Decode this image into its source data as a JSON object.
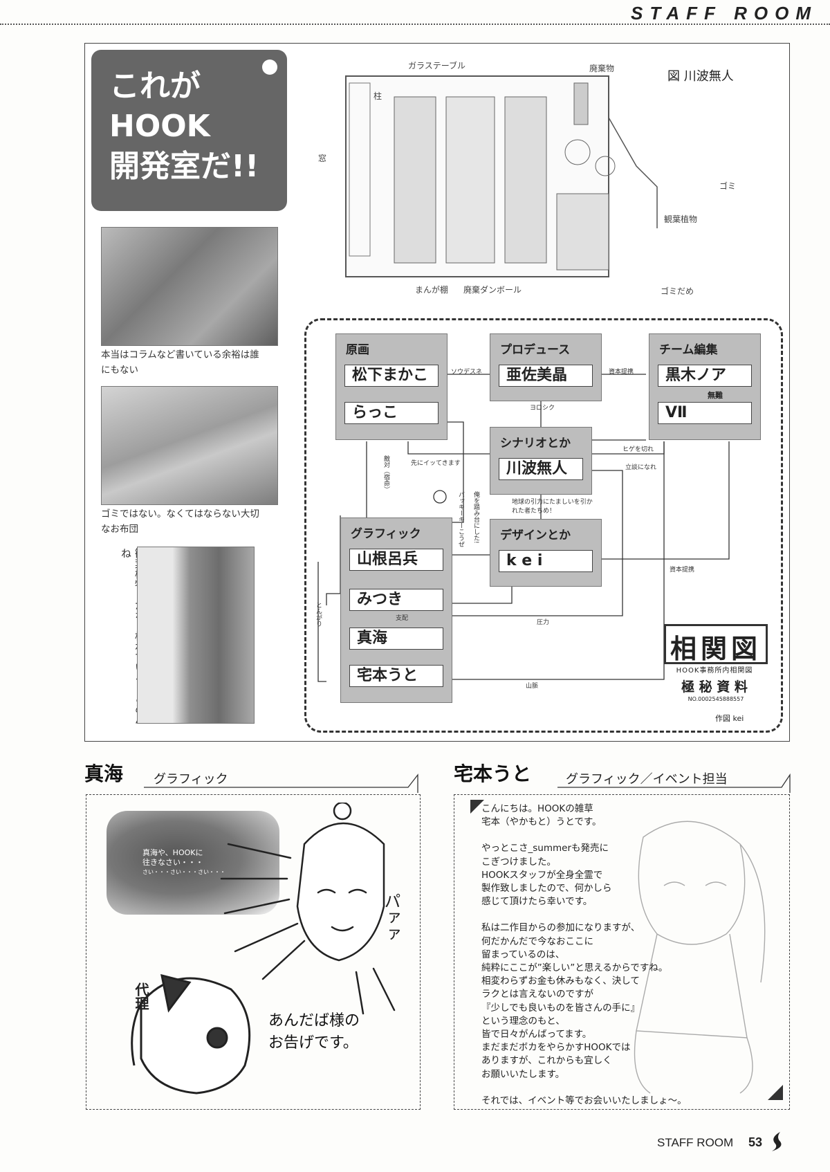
{
  "header": {
    "title": "STAFF ROOM"
  },
  "title_card": {
    "lines": [
      "これが",
      "HOOK",
      "開発室だ!!"
    ]
  },
  "photos": {
    "caption1": [
      "本当はコラムなど書いている余裕は誰",
      "にもない"
    ],
    "caption2": [
      "ゴミではない。なくてはならない大切",
      "なお布団"
    ],
    "caption3": "観葉植物。かなり枯れている。ごめんね"
  },
  "floorplan": {
    "labels": {
      "name": "図 川波無人",
      "glass_table": "ガラステーブル",
      "waste": "廃棄物",
      "pillar": "柱",
      "window": "窓",
      "garbage": "ゴミ",
      "plants": "観葉植物",
      "manga": "まんが棚",
      "waste_box": "廃棄ダンボール",
      "garbage_pile": "ゴミだめ"
    }
  },
  "diagram": {
    "boxes": {
      "genga": {
        "title": "原画",
        "members": [
          "松下まかこ",
          "らっこ"
        ]
      },
      "produce": {
        "title": "プロデュース",
        "members": [
          "亜佐美晶"
        ]
      },
      "team": {
        "title": "チーム編集",
        "members": [
          "黒木ノア",
          "VⅡ"
        ],
        "note": "無難"
      },
      "scenario": {
        "title": "シナリオとか",
        "members": [
          "川波無人"
        ]
      },
      "graphic": {
        "title": "グラフィック",
        "members": [
          "山根呂兵",
          "みつき",
          "真海",
          "宅本うと"
        ]
      },
      "design": {
        "title": "デザインとか",
        "members": [
          "k e i"
        ]
      }
    },
    "relations": {
      "sodesune": "ソウデスネ",
      "shihon1": "資本提携",
      "yoroshiku": "ヨロシク",
      "hige": "ヒゲを切れ",
      "ritsugi": "立談になれ",
      "saki": "先にイッてきます",
      "teki": "敵対（宿命）",
      "baka": "バッキーキーこうぜ",
      "ore": "俺を踏み台にした!",
      "inryoku": "地球の引力にたましいを引かれた者たちめ！",
      "shihon2": "資本提携",
      "shihai": "支配",
      "atsuryoku": "圧力",
      "tongari": "とんがり",
      "yamamyaku": "山脈"
    },
    "stamp": {
      "title": "相関図",
      "sub": "HOOK事務所内相関図",
      "secret": "極 秘 資 料",
      "serial": "NO.0002545888557"
    },
    "credit": "作図 kei"
  },
  "section_left": {
    "name": "真海",
    "role": "グラフィック",
    "speech": [
      "真海や、HOOKに",
      "往きなさい・・・",
      "さい・・・さい・・・さい・・・"
    ],
    "oracle": [
      "あんだば様の",
      "お告げです。"
    ],
    "tag": "代理",
    "sfx": "パァァ"
  },
  "section_right": {
    "name": "宅本うと",
    "role": "グラフィック／イベント担当",
    "paragraphs": [
      [
        "こんにちは。HOOKの雑草",
        "宅本（やかもと）うとです。"
      ],
      [
        "やっとこさ_summerも発売に",
        "こぎつけました。",
        "HOOKスタッフが全身全霊で",
        "製作致しましたので、何かしら",
        "感じて頂けたら幸いです。"
      ],
      [
        "私は二作目からの参加になりますが、",
        "何だかんだで今なおここに",
        "留まっているのは、",
        "純粋にここが”楽しい”と思えるからですね。",
        "相変わらずお金も休みもなく、決して",
        "ラクとは言えないのですが",
        "『少しでも良いものを皆さんの手に』",
        "という理念のもと、",
        "皆で日々がんばってます。",
        "まだまだボカをやらかすHOOKでは",
        "ありますが、これからも宜しく",
        "お願いいたします。"
      ],
      [
        "それでは、イベント等でお会いいたしましょ～。"
      ]
    ]
  },
  "footer": {
    "label": "STAFF ROOM",
    "page": "53"
  }
}
